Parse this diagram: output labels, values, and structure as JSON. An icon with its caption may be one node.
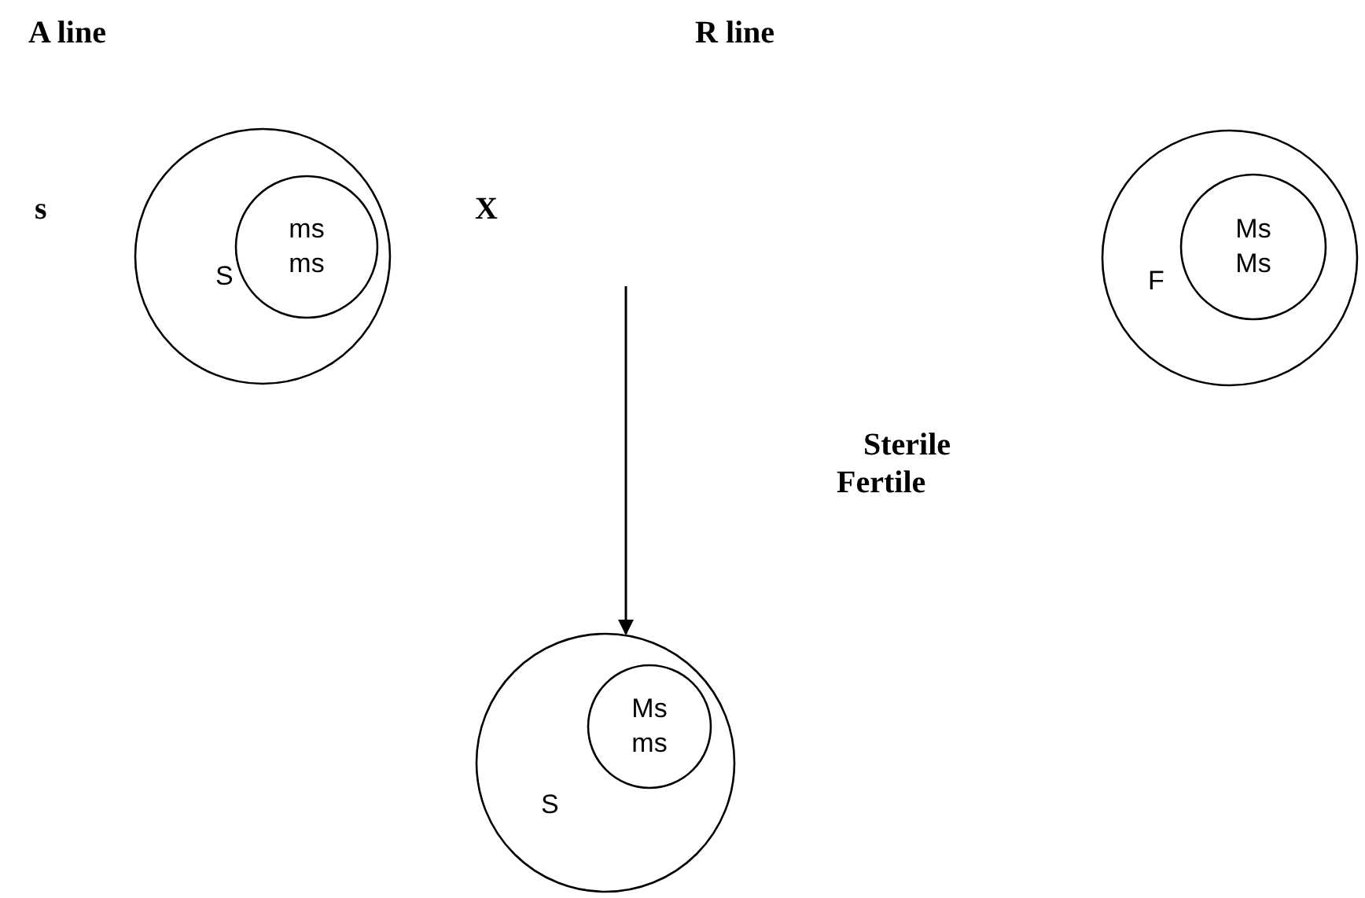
{
  "diagram": {
    "nodes": [
      {
        "text": [
          "S"
        ]
      },
      {
        "text": [
          "ms ms"
        ],
        "in": 0
      },
      {
        "text": [
          "F"
        ]
      },
      {
        "text": [
          "Ms Ms"
        ],
        "in": 2
      },
      {
        "text": [
          "S"
        ]
      },
      {
        "text": [
          "Ms ms"
        ],
        "in": 4
      }
    ],
    "edges": [
      {
        "from": null,
        "to": 4,
        "arrow": "to"
      }
    ],
    "labels": [
      "A line",
      "R line",
      "s",
      "X",
      "Sterile",
      "Fertile"
    ]
  }
}
